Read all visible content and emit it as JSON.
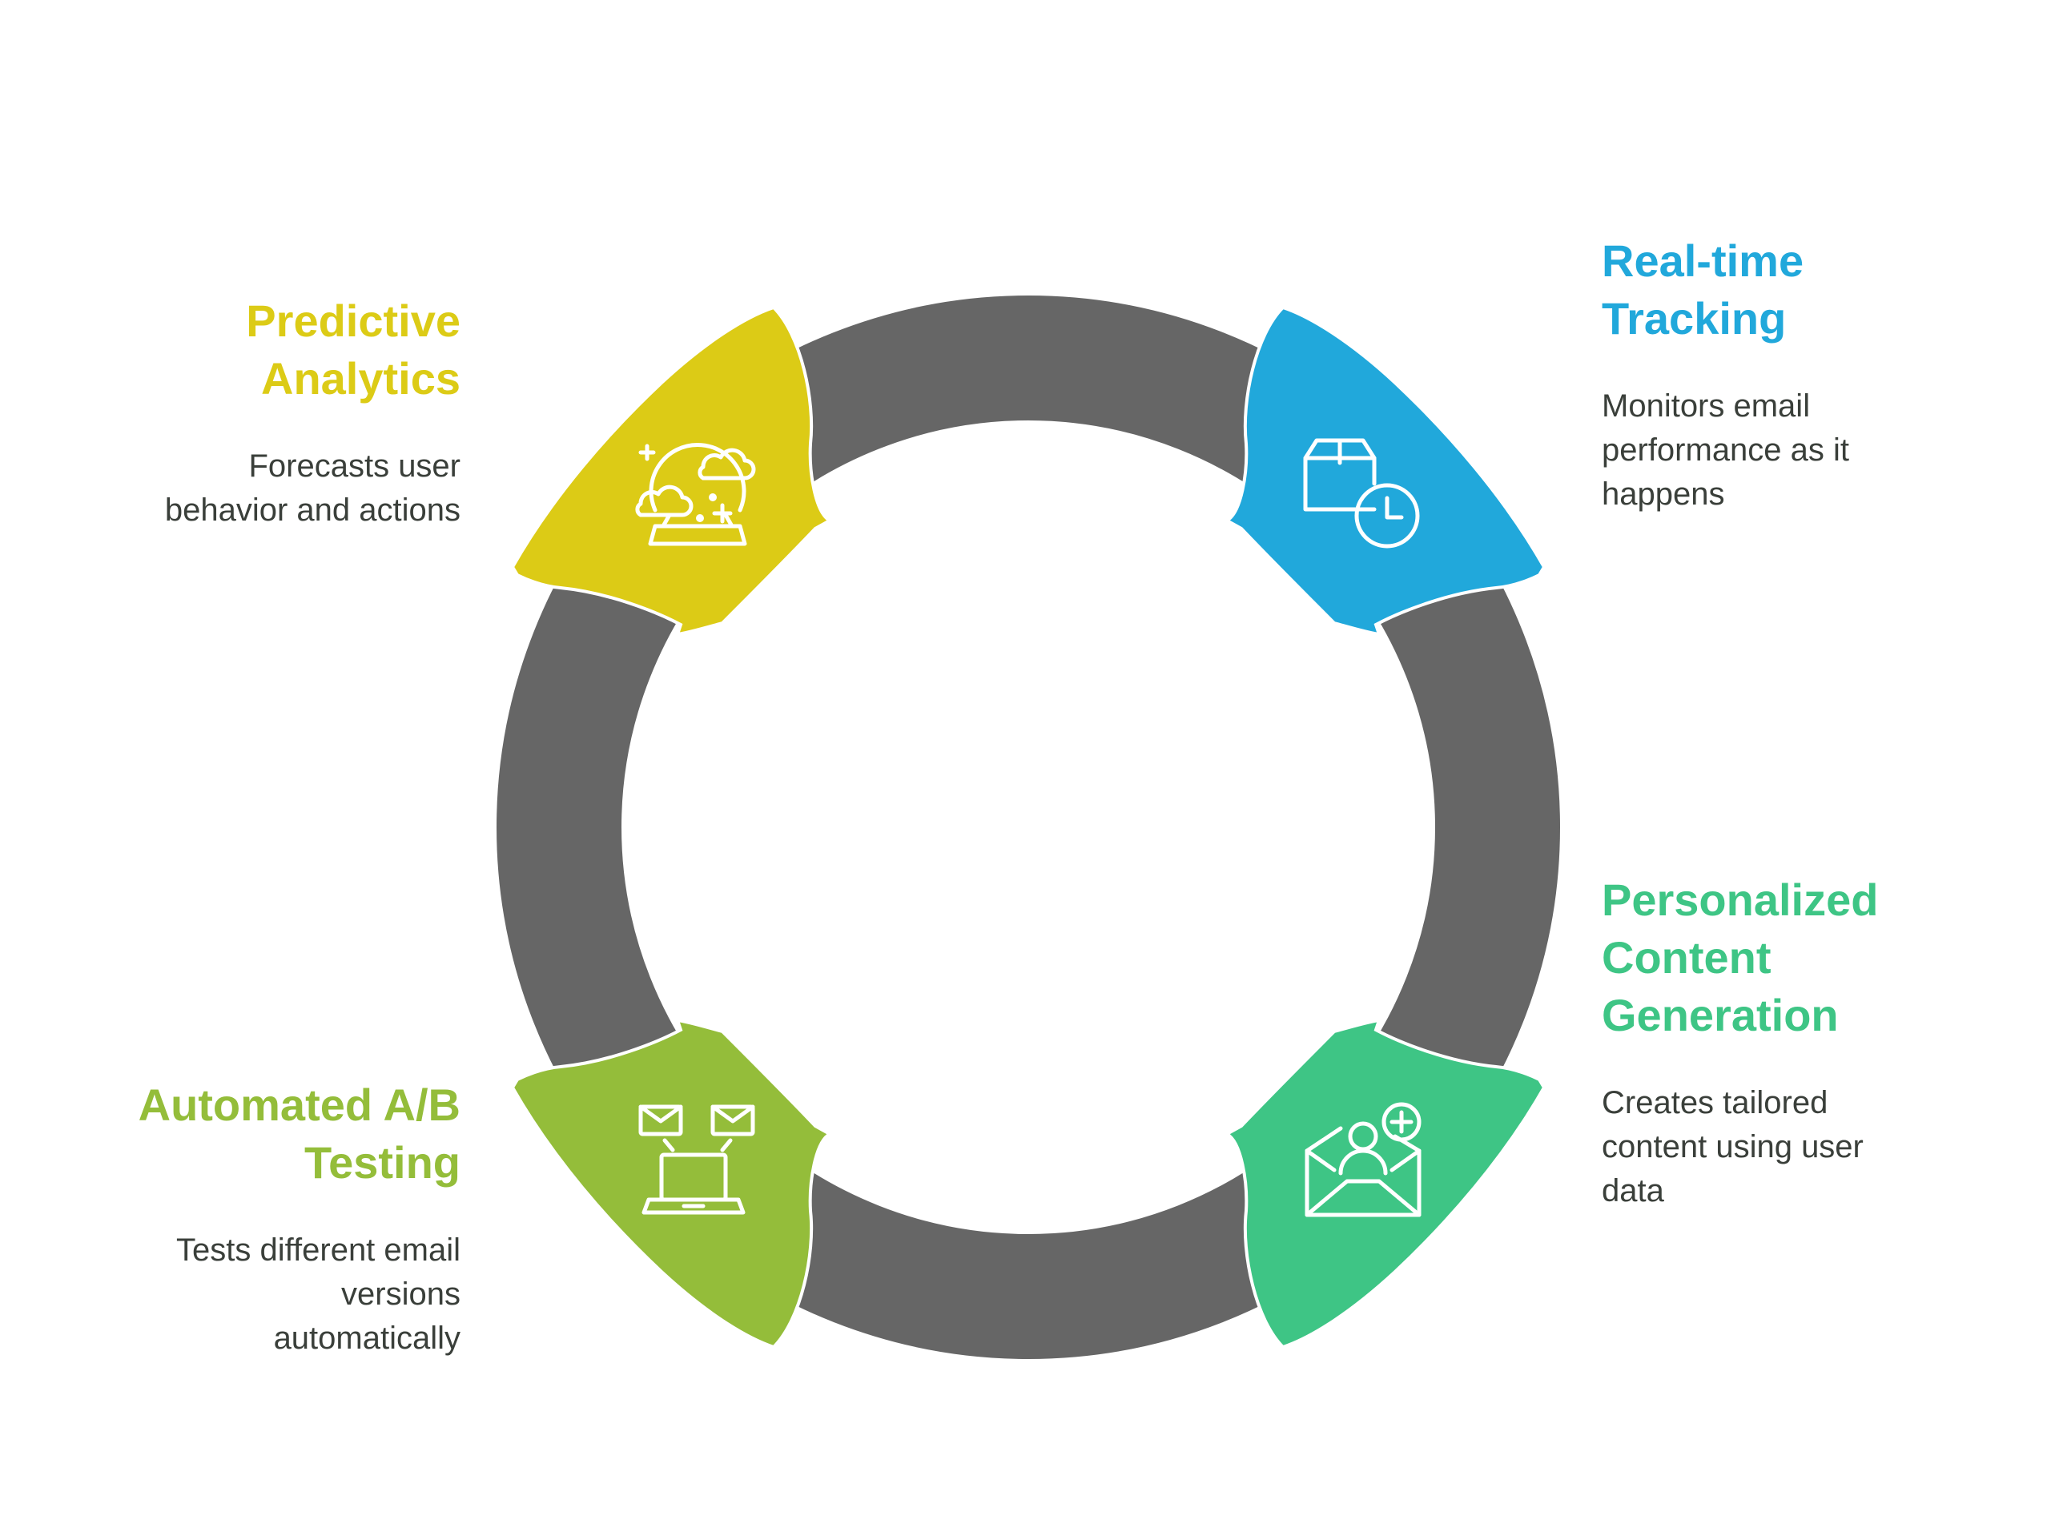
{
  "colors": {
    "ring": "#666666",
    "predictive": "#dccb16",
    "realtime": "#21a8db",
    "personalized": "#3ec585",
    "abtesting": "#94bd3a",
    "desc_text": "#3a3f3a",
    "icon_stroke": "#ffffff"
  },
  "stages": [
    {
      "id": "predictive",
      "title_line1": "Predictive",
      "title_line2": "Analytics",
      "desc_line1": "Forecasts user",
      "desc_line2": "behavior and actions",
      "icon": "crystal-ball-icon"
    },
    {
      "id": "realtime",
      "title_line1": "Real-time",
      "title_line2": "Tracking",
      "desc_line1": "Monitors email",
      "desc_line2": "performance as it",
      "desc_line3": "happens",
      "icon": "package-clock-icon"
    },
    {
      "id": "personalized",
      "title_line1": "Personalized",
      "title_line2": "Content",
      "title_line3": "Generation",
      "desc_line1": "Creates tailored",
      "desc_line2": "content using user",
      "desc_line3": "data",
      "icon": "envelope-user-add-icon"
    },
    {
      "id": "abtesting",
      "title_line1": "Automated A/B",
      "title_line2": "Testing",
      "desc_line1": "Tests different email",
      "desc_line2": "versions",
      "desc_line3": "automatically",
      "icon": "laptop-emails-icon"
    }
  ]
}
